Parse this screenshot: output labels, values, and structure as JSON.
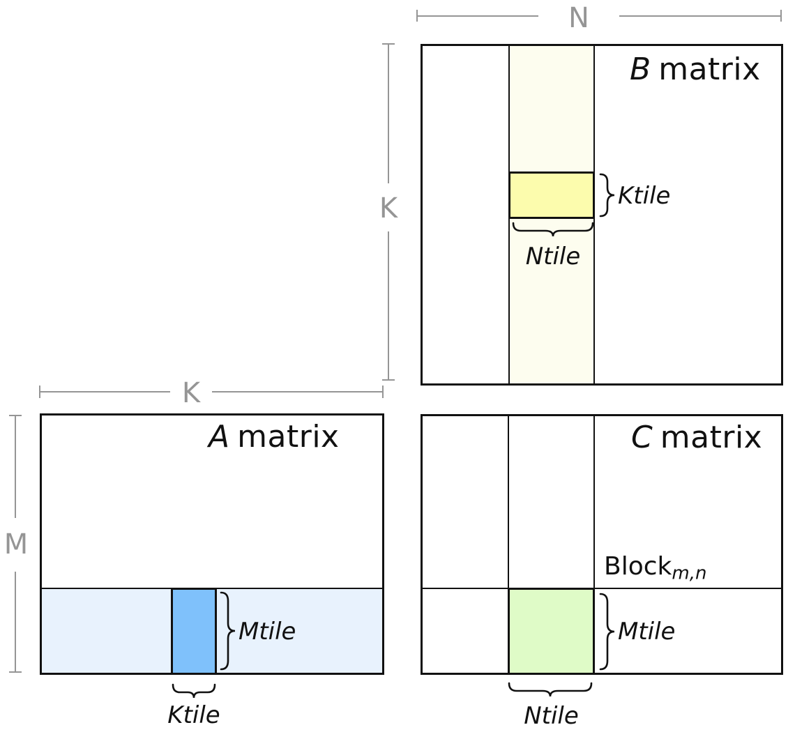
{
  "diagram": {
    "dimension_labels": {
      "n": "N",
      "k_b": "K",
      "k_a": "K",
      "m": "M"
    },
    "b_matrix": {
      "title_letter": "B",
      "title_word": "matrix",
      "ktile": "Ktile",
      "ntile": "Ntile"
    },
    "a_matrix": {
      "title_letter": "A",
      "title_word": "matrix",
      "mtile": "Mtile",
      "ktile": "Ktile"
    },
    "c_matrix": {
      "title_letter": "C",
      "title_word": "matrix",
      "block": "Block",
      "block_sub": "m,n",
      "mtile": "Mtile",
      "ntile": "Ntile"
    }
  },
  "colors": {
    "b_strip": "#FDFDEF",
    "b_tile": "#FCFCAD",
    "a_strip": "#E8F2FD",
    "a_tile": "#7FC1FB",
    "c_tile": "#DFFBC7",
    "dim_gray": "#959595",
    "line_black": "#111111"
  }
}
